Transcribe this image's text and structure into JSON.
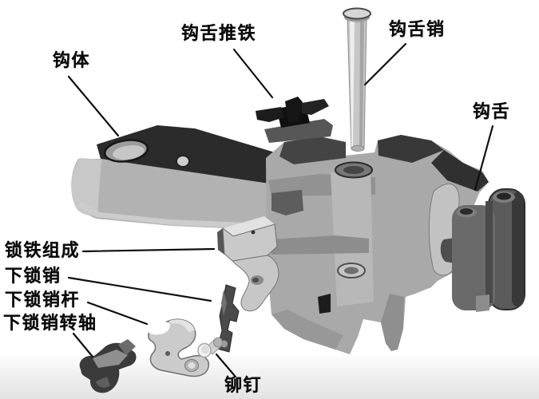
{
  "diagram": {
    "description_labels": "exploded coupler diagram part labels",
    "background_color": "#ffffff",
    "bottom_band_color": "#e3e3e3",
    "label_text_color": "#0a0a0a",
    "leader_line_color": "#0f0f0f",
    "part_gray_dark": "#2b2b2b",
    "part_gray_mid": "#6a6a6a",
    "part_gray_light": "#b2b2b2",
    "labels": {
      "hook_body": "钩体",
      "knuckle_thrower": "钩舌推铁",
      "knuckle_pin": "钩舌销",
      "knuckle": "钩舌",
      "lock_assembly": "锁铁组成",
      "lower_lock_pin": "下锁销",
      "lower_lock_pin_rod": "下锁销杆",
      "lower_lock_pin_pivot": "下锁销转轴",
      "rivet": "铆钉"
    }
  }
}
